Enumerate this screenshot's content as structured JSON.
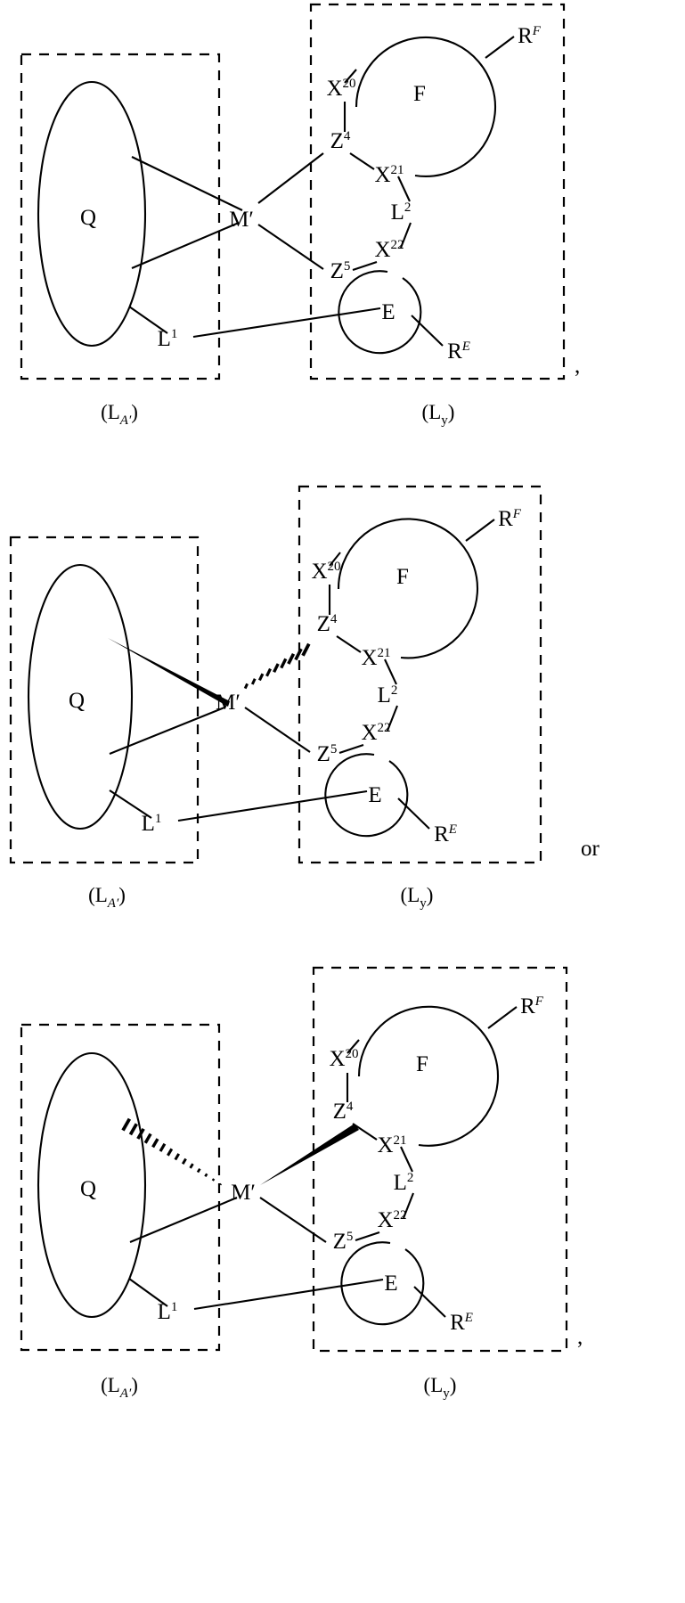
{
  "document": {
    "type": "chemical-structure-figure",
    "variant_count": 3,
    "connector_after_1": ",",
    "connector_after_2": "or",
    "connector_after_3": ","
  },
  "labels": {
    "Q": "Q",
    "M": "M′",
    "F": "F",
    "E": "E",
    "L1_base": "L",
    "L1_sup": "1",
    "L2_base": "L",
    "L2_sup": "2",
    "Z4_base": "Z",
    "Z4_sup": "4",
    "Z5_base": "Z",
    "Z5_sup": "5",
    "X20_base": "X",
    "X20_sup": "20",
    "X21_base": "X",
    "X21_sup": "21",
    "X22_base": "X",
    "X22_sup": "22",
    "RF_base": "R",
    "RF_sup": "F",
    "RE_base": "R",
    "RE_sup": "E"
  },
  "captions": {
    "left_open": "(",
    "left_base": "L",
    "left_sub": "A′",
    "left_close": ")",
    "right_open": "(",
    "right_base": "L",
    "right_sub": "y",
    "right_close": ")"
  },
  "structures": [
    {
      "id": "structure-1",
      "left_caption": "(L_A')",
      "right_caption": "(L_y)",
      "bond_M_to_Z4": "plain",
      "bond_M_to_Q": "plain",
      "trailing_connector": ","
    },
    {
      "id": "structure-2",
      "left_caption": "(L_A')",
      "right_caption": "(L_y)",
      "bond_M_to_Z4": "hashed-wedge",
      "bond_M_to_Q": "bold-wedge",
      "trailing_connector": "or"
    },
    {
      "id": "structure-3",
      "left_caption": "(L_A')",
      "right_caption": "(L_y)",
      "bond_M_to_Z4": "bold-wedge",
      "bond_M_to_Q": "hashed-wedge",
      "trailing_connector": ","
    }
  ],
  "colors": {
    "stroke": "#000000",
    "background": "#ffffff"
  }
}
